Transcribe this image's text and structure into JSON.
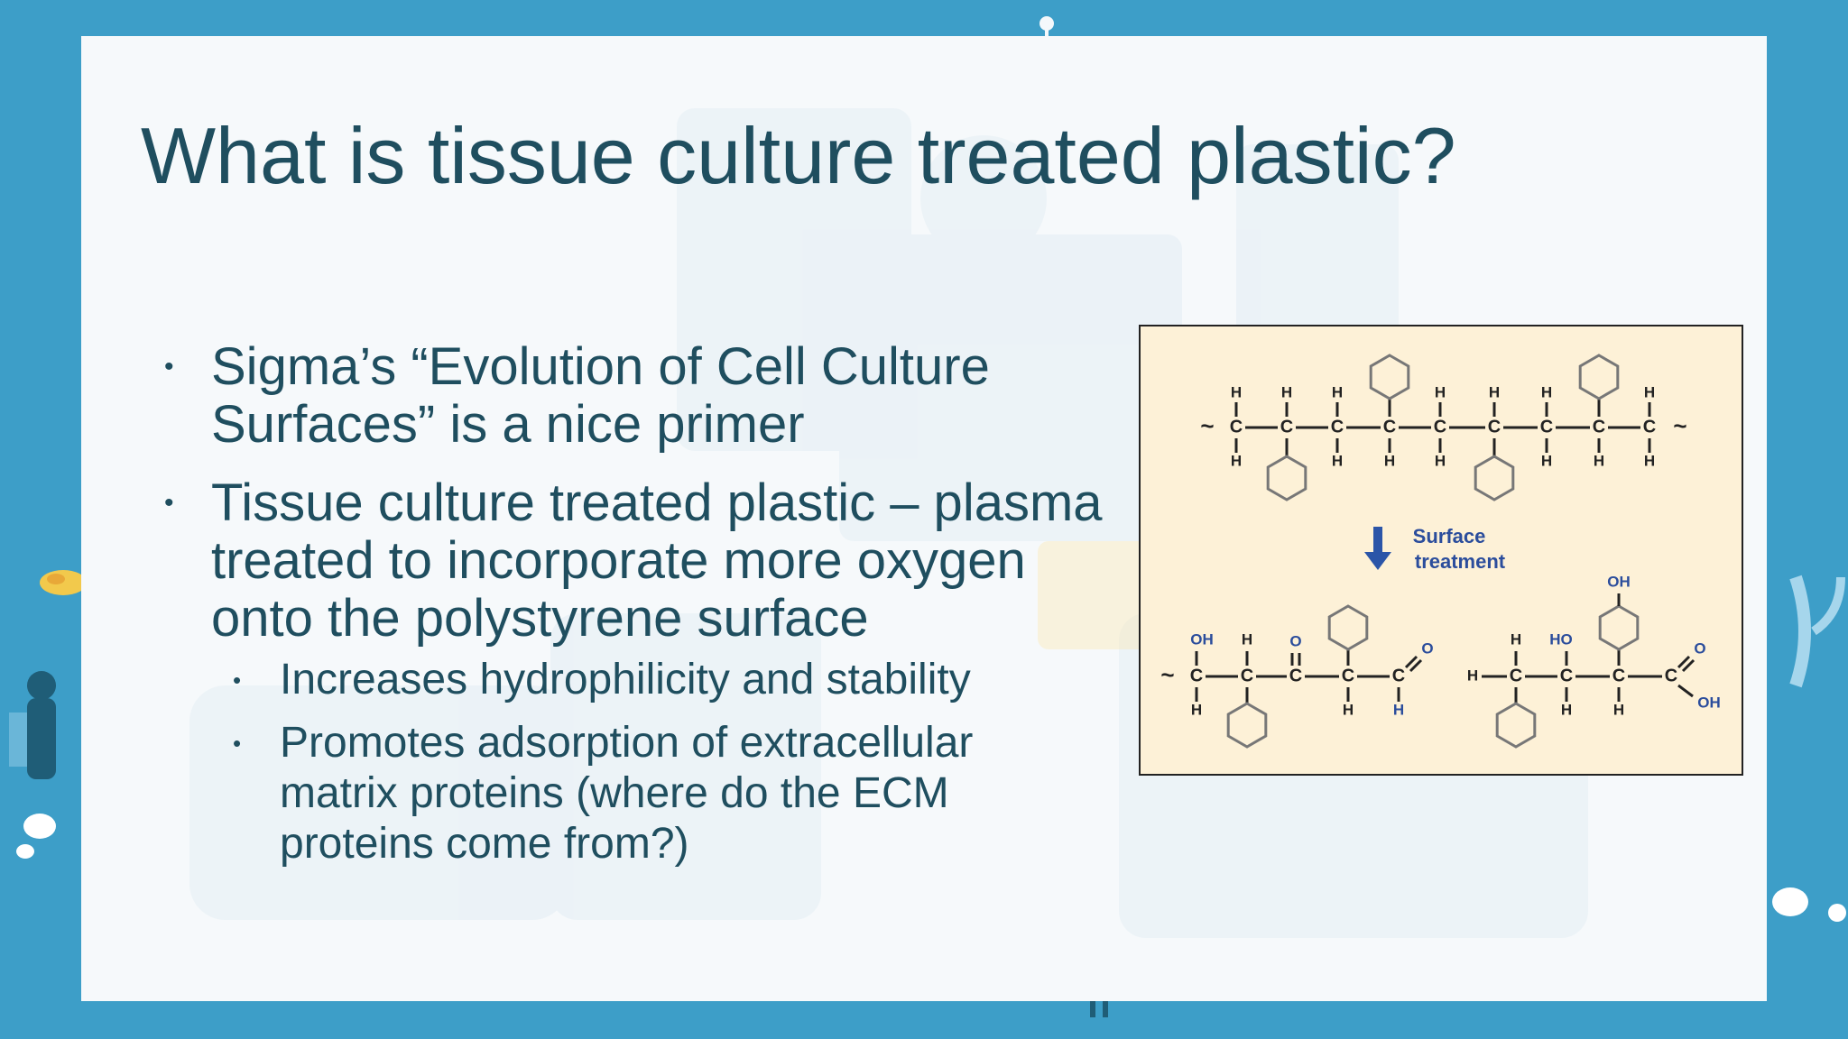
{
  "slide": {
    "title": "What is tissue culture treated plastic?",
    "bullets": [
      {
        "lines": [
          "Sigma’s “Evolution of Cell Culture",
          "Surfaces” is a nice primer"
        ]
      },
      {
        "lines": [
          "Tissue culture treated plastic – plasma",
          "treated to incorporate more oxygen",
          "onto the polystyrene surface"
        ],
        "sub": [
          {
            "lines": [
              "Increases hydrophilicity and stability"
            ]
          },
          {
            "lines": [
              "Promotes adsorption of extracellular",
              "matrix proteins (where do the ECM",
              "proteins come from?)"
            ]
          }
        ]
      }
    ],
    "bullet_glyph": "•"
  },
  "figure": {
    "arrow_label_1": "Surface",
    "arrow_label_2": "treatment",
    "atoms": {
      "carbon": "C",
      "hydrogen": "H",
      "oxygen": "O",
      "hydroxyl_right": "OH",
      "hydroxyl_left": "HO",
      "tilde": "~"
    },
    "colors": {
      "background": "#fdf1d7",
      "bond": "#222222",
      "oxygen_label": "#2b4d9c",
      "arrow": "#2b55a8"
    }
  },
  "colors": {
    "page_bg": "#3d9ec8",
    "slide_bg": "#f6f9fb",
    "text": "#1f4e5f"
  }
}
